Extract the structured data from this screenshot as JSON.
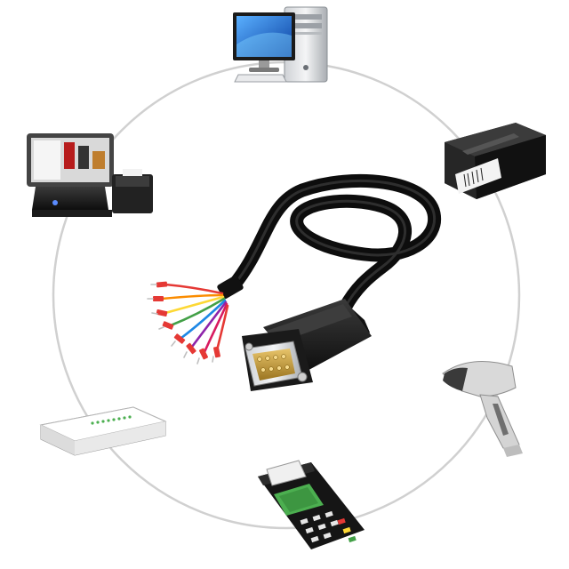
{
  "scene": {
    "subject": "rs232-db9-cable",
    "background_color": "#ffffff",
    "ring_color": "#d0d0d0",
    "cable_color": "#111111",
    "connector_pins_color": "#c9a24a",
    "wire_colors": [
      "#e53935",
      "#fb8c00",
      "#fdd835",
      "#43a047",
      "#1e88e5",
      "#8e24aa",
      "#d81b60",
      "#e53935"
    ],
    "devices": [
      {
        "name": "desktop-computer",
        "icon": "computer-icon"
      },
      {
        "name": "receipt-printer",
        "icon": "printer-icon"
      },
      {
        "name": "barcode-scanner",
        "icon": "scanner-icon"
      },
      {
        "name": "card-payment-terminal",
        "icon": "pos-terminal-icon"
      },
      {
        "name": "network-router",
        "icon": "router-icon"
      },
      {
        "name": "pos-cash-register",
        "icon": "pos-register-icon"
      }
    ]
  }
}
